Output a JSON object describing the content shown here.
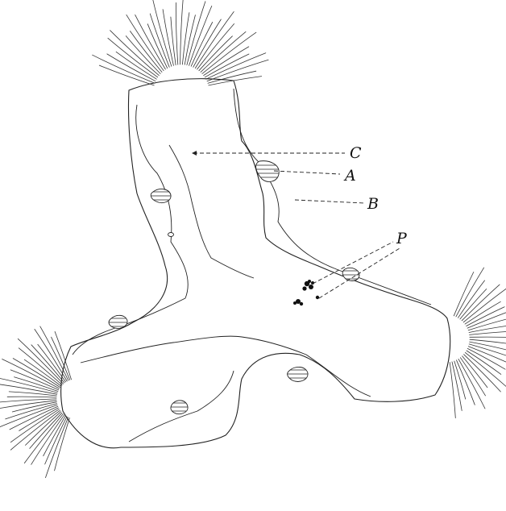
{
  "labels": {
    "C": "C",
    "A": "A",
    "B": "B",
    "P": "P"
  }
}
